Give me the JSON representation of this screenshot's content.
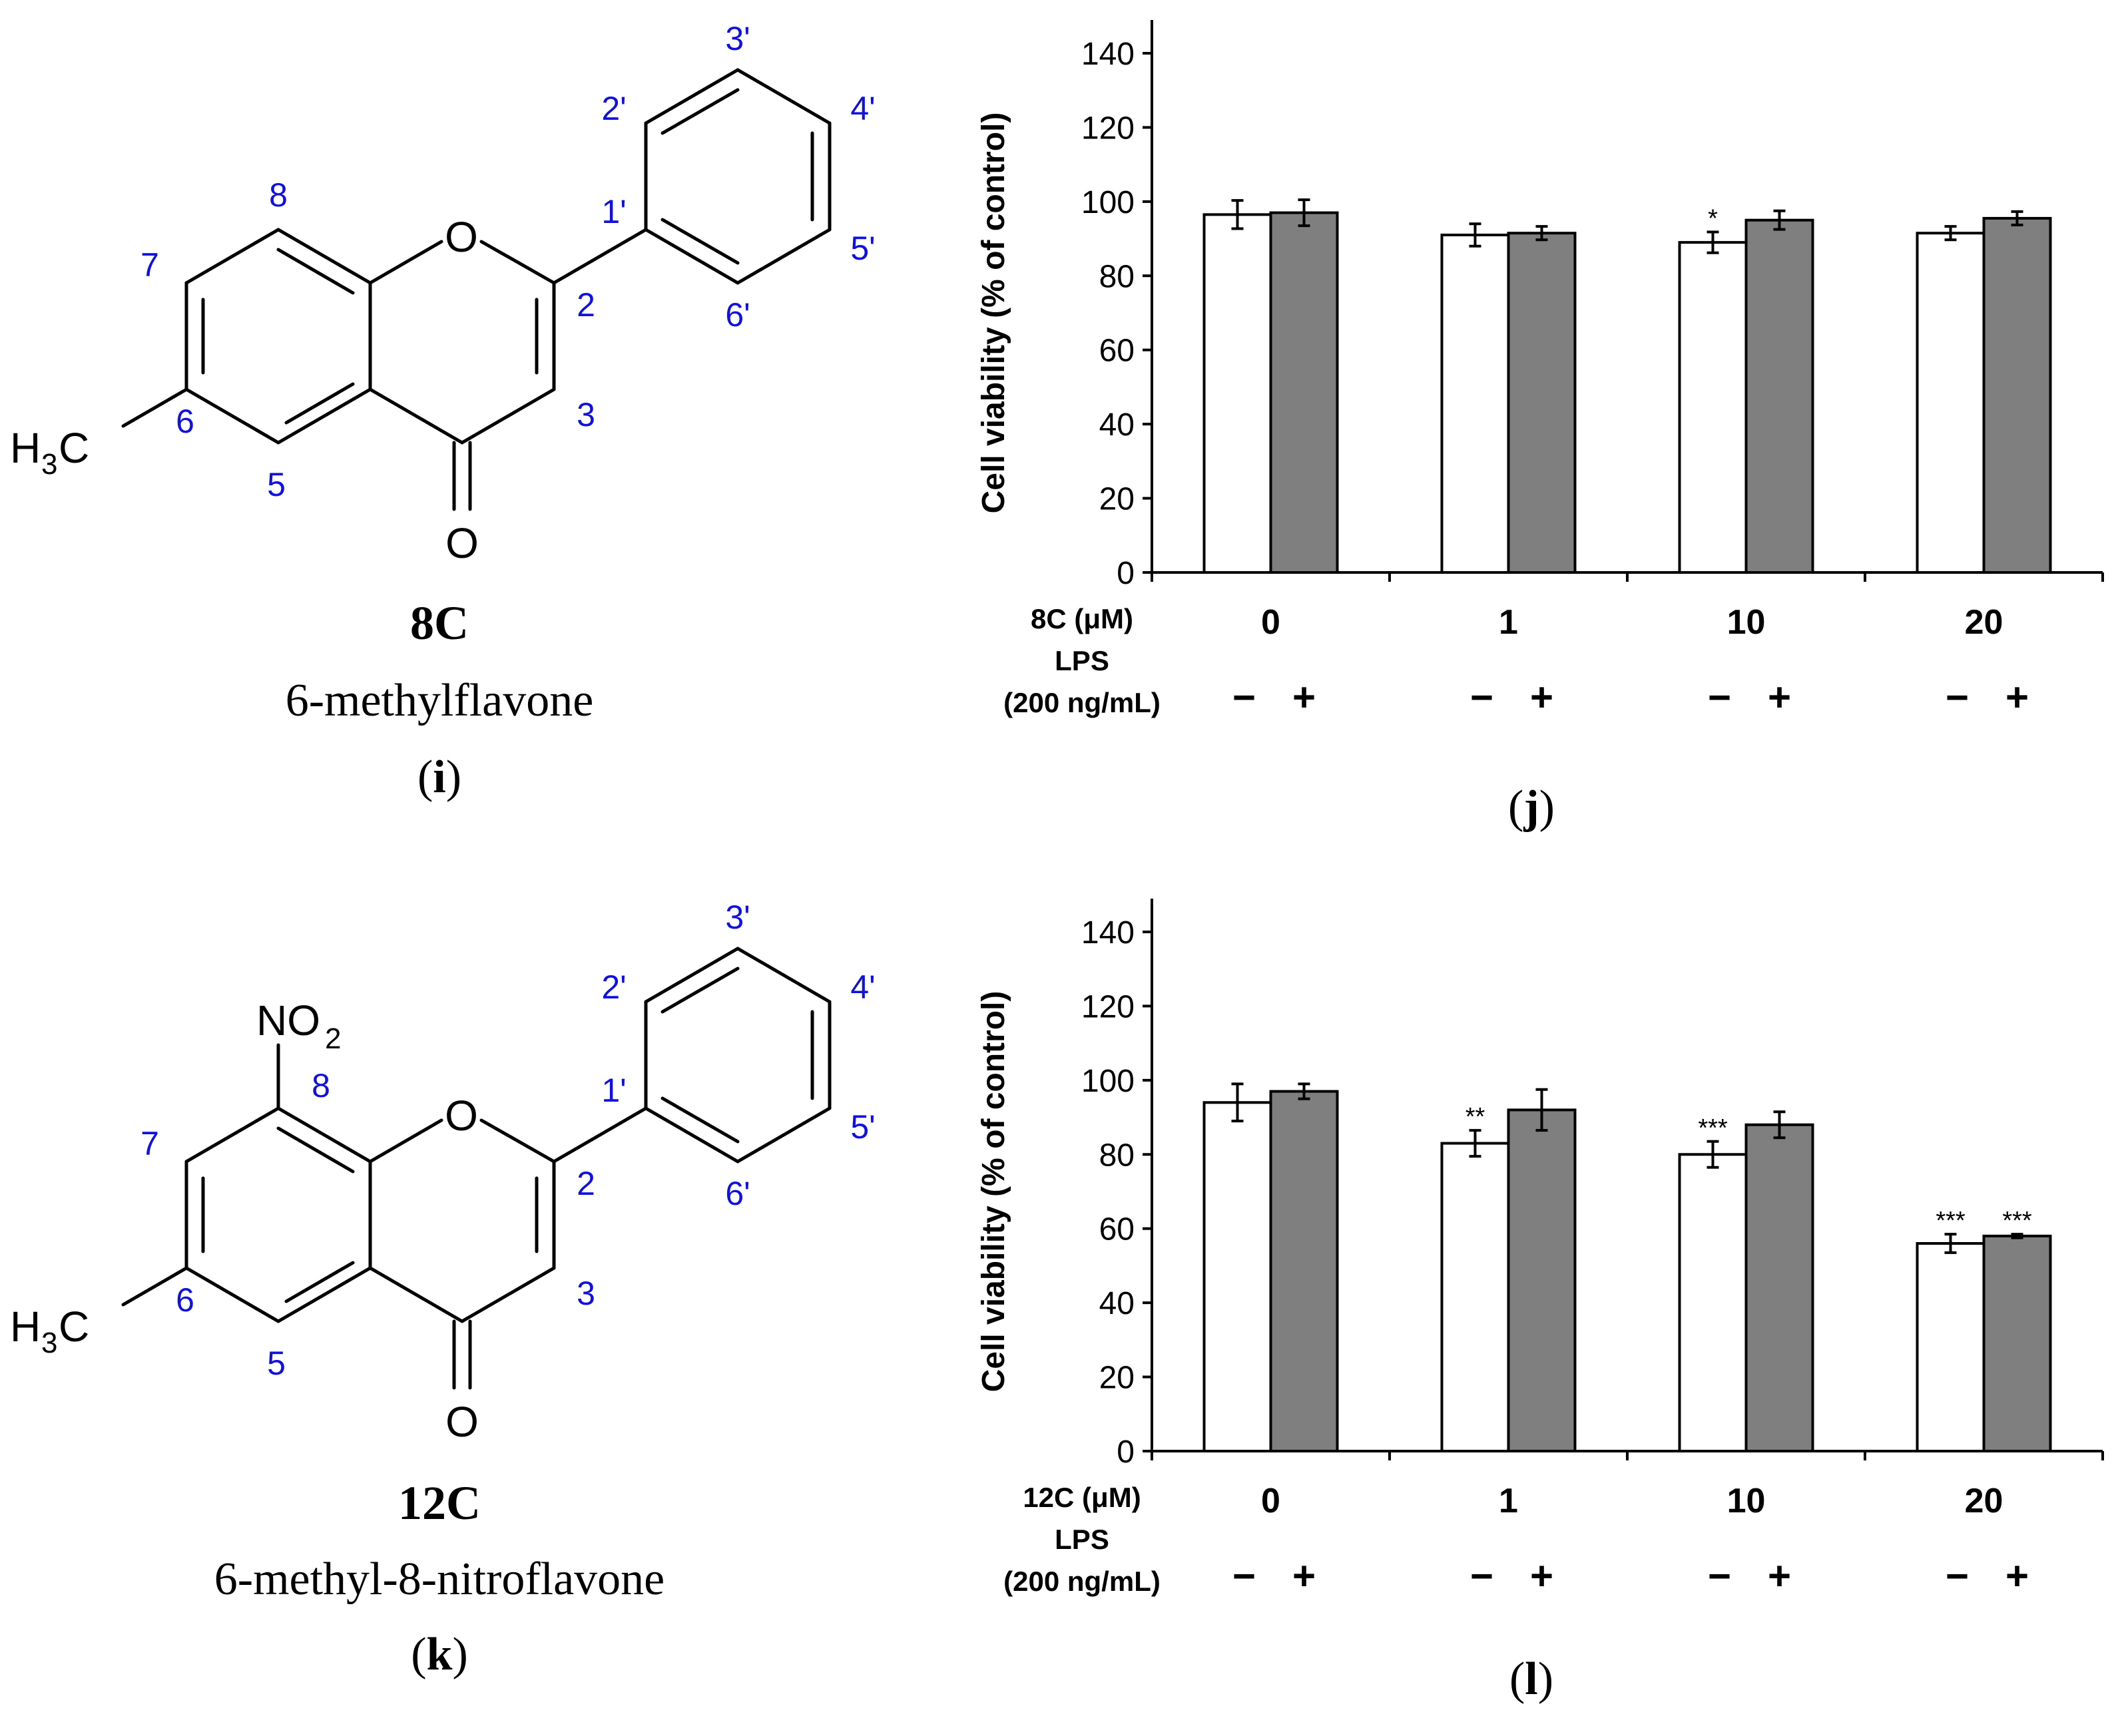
{
  "compounds": [
    {
      "code": "8C",
      "name": "6-methylflavone",
      "panel_open": "(",
      "panel_letter": "i",
      "panel_close": ")",
      "methyl": {
        "h": "H",
        "sub": "3",
        "c": "C"
      },
      "oxygen_ring": "O",
      "oxygen_carbonyl": "O",
      "locants": {
        "l8": "8",
        "l7": "7",
        "l6": "6",
        "l5": "5",
        "l2": "2",
        "l3": "3",
        "l1p": "1'",
        "l2p": "2'",
        "l3p": "3'",
        "l4p": "4'",
        "l5p": "5'",
        "l6p": "6'"
      }
    },
    {
      "code": "12C",
      "name": "6-methyl-8-nitroflavone",
      "panel_open": "(",
      "panel_letter": "k",
      "panel_close": ")",
      "methyl": {
        "h": "H",
        "sub": "3",
        "c": "C"
      },
      "nitro": {
        "no": "NO",
        "sub": "2"
      },
      "oxygen_ring": "O",
      "oxygen_carbonyl": "O",
      "locants": {
        "l8": "8",
        "l7": "7",
        "l6": "6",
        "l5": "5",
        "l2": "2",
        "l3": "3",
        "l1p": "1'",
        "l2p": "2'",
        "l3p": "3'",
        "l4p": "4'",
        "l5p": "5'",
        "l6p": "6'"
      }
    }
  ],
  "chart_data": [
    {
      "type": "bar",
      "panel_open": "(",
      "panel_letter": "j",
      "panel_close": ")",
      "ylabel": "Cell viability (% of control)",
      "ylim": [
        0,
        150
      ],
      "yticks": [
        0,
        20,
        40,
        60,
        80,
        100,
        120,
        140
      ],
      "row1_label": "8C (μM)",
      "row2_label": "LPS",
      "row3_label": "(200 ng/mL)",
      "categories": [
        "0",
        "1",
        "10",
        "20"
      ],
      "lps_signs": [
        "−",
        "+"
      ],
      "series": [
        {
          "lps": "−",
          "color": "#ffffff",
          "values": [
            96.5,
            91,
            89,
            91.5
          ],
          "errors": [
            3.8,
            3.0,
            2.8,
            1.8
          ],
          "sig": [
            "",
            "",
            "*",
            ""
          ]
        },
        {
          "lps": "+",
          "color": "#7f7f7f",
          "values": [
            97,
            91.5,
            95,
            95.5
          ],
          "errors": [
            3.5,
            1.8,
            2.5,
            1.8
          ],
          "sig": [
            "",
            "",
            "",
            ""
          ]
        }
      ],
      "grid": false,
      "legend": "none"
    },
    {
      "type": "bar",
      "panel_open": "(",
      "panel_letter": "l",
      "panel_close": ")",
      "ylabel": "Cell viability (% of control)",
      "ylim": [
        0,
        150
      ],
      "yticks": [
        0,
        20,
        40,
        60,
        80,
        100,
        120,
        140
      ],
      "row1_label": "12C (μM)",
      "row2_label": "LPS",
      "row3_label": "(200 ng/mL)",
      "categories": [
        "0",
        "1",
        "10",
        "20"
      ],
      "lps_signs": [
        "−",
        "+"
      ],
      "series": [
        {
          "lps": "−",
          "color": "#ffffff",
          "values": [
            94,
            83,
            80,
            56
          ],
          "errors": [
            5.0,
            3.5,
            3.5,
            2.5
          ],
          "sig": [
            "",
            "**",
            "***",
            "***"
          ]
        },
        {
          "lps": "+",
          "color": "#7f7f7f",
          "values": [
            97,
            92,
            88,
            58
          ],
          "errors": [
            2.0,
            5.5,
            3.5,
            0.5
          ],
          "sig": [
            "",
            "",
            "",
            "***"
          ]
        }
      ],
      "grid": false,
      "legend": "none"
    }
  ]
}
